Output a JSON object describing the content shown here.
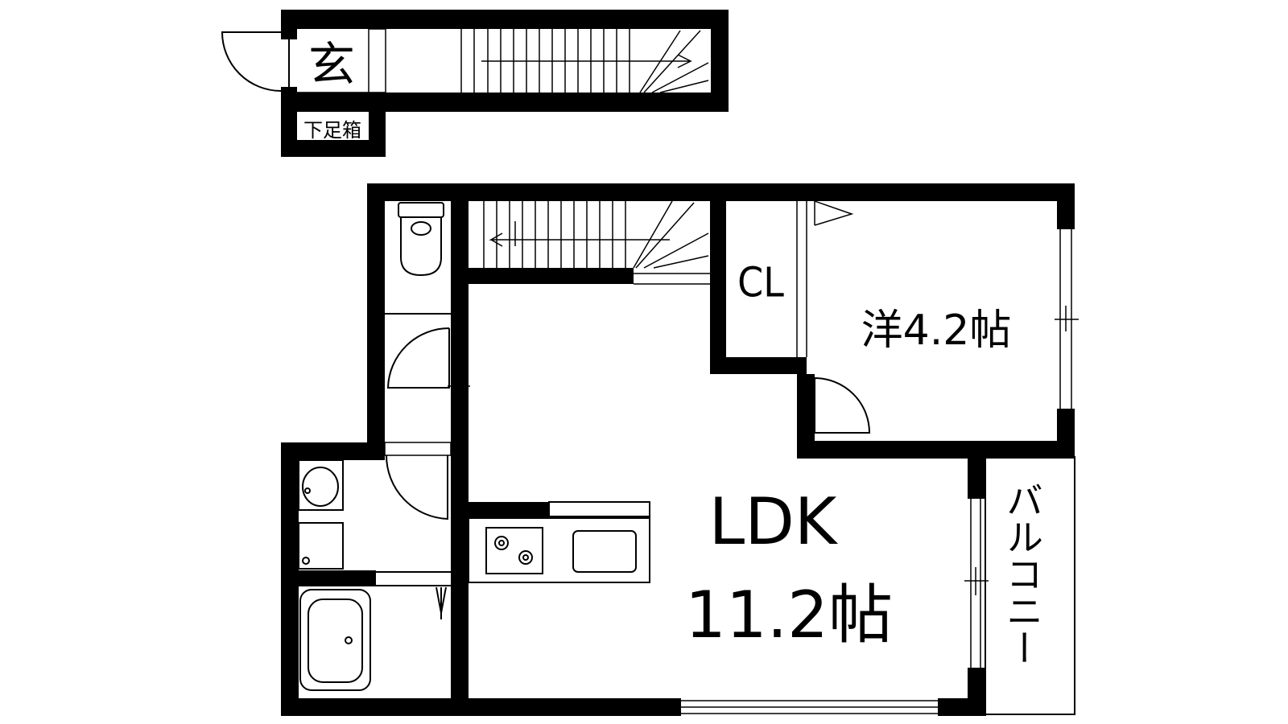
{
  "rooms": {
    "genkan": "玄",
    "shoe_box": "下足箱",
    "closet": "CL",
    "western_room": "洋4.2帖",
    "ldk_name": "LDK",
    "ldk_size": "11.2帖",
    "balcony": "バルコニー"
  },
  "colors": {
    "wall": "#000000",
    "background": "#ffffff"
  }
}
